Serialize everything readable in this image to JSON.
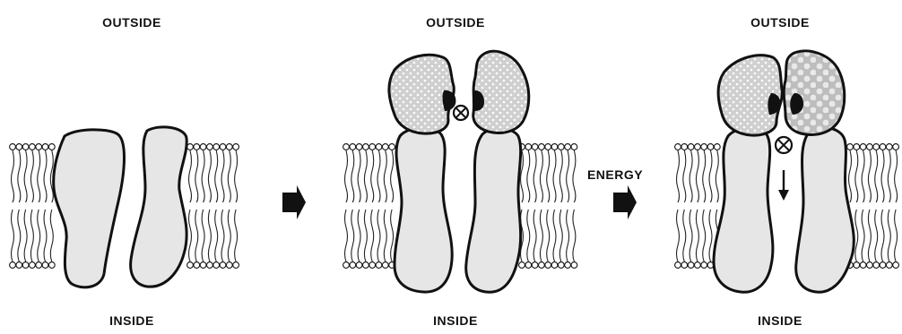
{
  "panels": [
    {
      "outside_label": "OUTSIDE",
      "inside_label": "INSIDE"
    },
    {
      "outside_label": "OUTSIDE",
      "inside_label": "INSIDE"
    },
    {
      "outside_label": "OUTSIDE",
      "inside_label": "INSIDE"
    }
  ],
  "transition_label": "ENERGY",
  "colors": {
    "protein_fill": "#e6e6e6",
    "cap_fill": "#c8c8c8",
    "outline": "#111111"
  }
}
